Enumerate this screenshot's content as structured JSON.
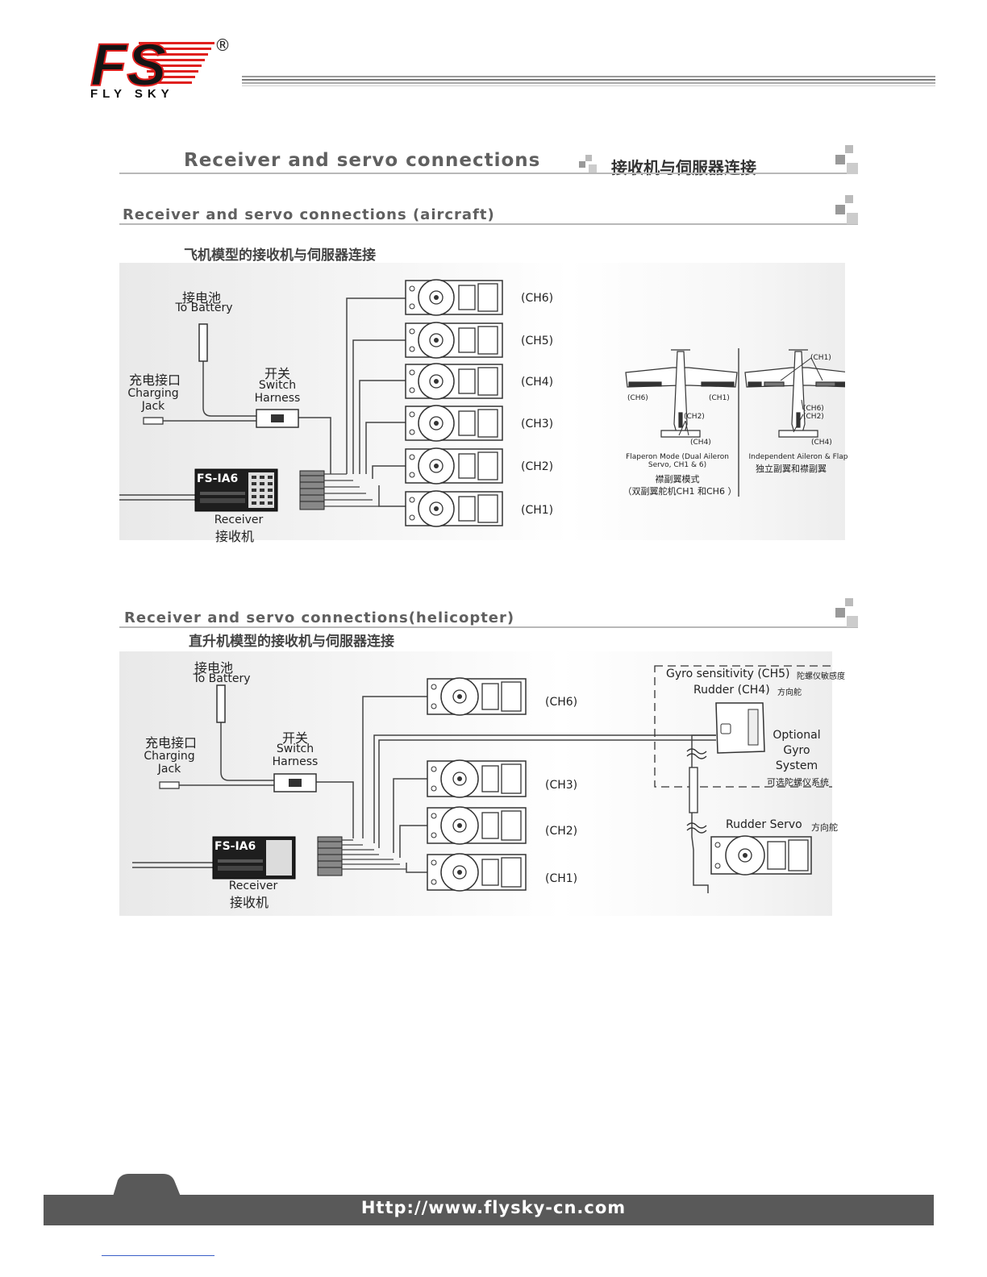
{
  "brand": {
    "logo_text": "FS",
    "name": "FLY SKY",
    "registered_mark": "®",
    "colors": {
      "red": "#e0201e",
      "dark": "#141414"
    }
  },
  "header": {
    "title_en": "Receiver and servo connections",
    "title_cn": "接收机与伺服器连接"
  },
  "aircraft": {
    "title_en": "Receiver and servo connections (aircraft)",
    "title_cn": "飞机模型的接收机与伺服器连接",
    "battery_cn": "接电池",
    "battery_en": "To Battery",
    "charging_cn": "充电接口",
    "charging_en_1": "Charging",
    "charging_en_2": "Jack",
    "switch_cn": "开关",
    "switch_en_1": "Switch",
    "switch_en_2": "Harness",
    "receiver_model": "FS-IA6",
    "receiver_en": "Receiver",
    "receiver_cn": "接收机",
    "channels": [
      "(CH6)",
      "(CH5)",
      "(CH4)",
      "(CH3)",
      "(CH2)",
      "(CH1)"
    ],
    "flaperon": {
      "ch6": "(CH6)",
      "ch1": "(CH1)",
      "ch2": "(CH2)",
      "ch4": "(CH4)",
      "caption_en_1": "Flaperon Mode (Dual Aileron",
      "caption_en_2": "Servo, CH1 & 6)",
      "caption_cn_1": "襟副翼模式",
      "caption_cn_2": "（双副翼舵机CH1 和CH6 ）"
    },
    "independent": {
      "ch1": "(CH1)",
      "ch6": "(CH6)",
      "ch2": "(CH2)",
      "ch4": "(CH4)",
      "caption_en": "Independent Aileron & Flap",
      "caption_cn": "独立副翼和襟副翼"
    }
  },
  "helicopter": {
    "title_en": "Receiver and servo connections(helicopter)",
    "title_cn": "直升机模型的接收机与伺服器连接",
    "battery_cn": "接电池",
    "battery_en": "To Battery",
    "charging_cn": "充电接口",
    "charging_en_1": "Charging",
    "charging_en_2": "Jack",
    "switch_cn": "开关",
    "switch_en_1": "Switch",
    "switch_en_2": "Harness",
    "receiver_model": "FS-IA6",
    "receiver_en": "Receiver",
    "receiver_cn": "接收机",
    "channels": [
      "(CH6)",
      "(CH3)",
      "(CH2)",
      "(CH1)"
    ],
    "gyro_sensitivity_en": "Gyro sensitivity (CH5)",
    "gyro_sensitivity_cn": "陀螺仪敏感度",
    "rudder_en": "Rudder (CH4)",
    "rudder_cn": "方向舵",
    "optional_1": "Optional",
    "optional_2": "Gyro",
    "optional_3": "System",
    "optional_cn": "可选陀螺仪系统",
    "rudder_servo_en": "Rudder Servo",
    "rudder_servo_cn": "方向舵"
  },
  "footer": {
    "url": "Http://www.flysky-cn.com"
  }
}
